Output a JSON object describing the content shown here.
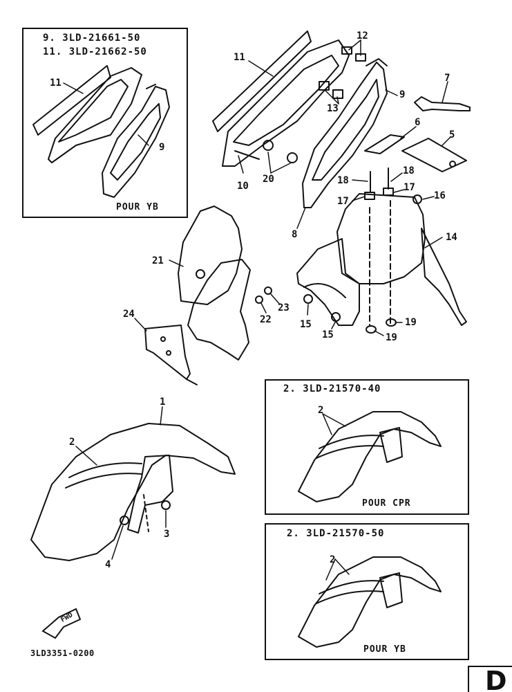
{
  "inset_top_left": {
    "lines": [
      "9.  3LD-21661-50",
      "11.  3LD-21662-50"
    ],
    "caption": "POUR YB",
    "labels": [
      "11",
      "9"
    ]
  },
  "inset_cpr": {
    "header": "2.  3LD-21570-40",
    "caption": "POUR CPR",
    "label": "2"
  },
  "inset_yb": {
    "header": "2.  3LD-21570-50",
    "caption": "POUR YB",
    "label": "2"
  },
  "main_labels": {
    "l1": "1",
    "l2": "2",
    "l3": "3",
    "l4": "4",
    "l5": "5",
    "l6": "6",
    "l7": "7",
    "l8": "8",
    "l9": "9",
    "l10": "10",
    "l11": "11",
    "l12": "12",
    "l13": "13",
    "l14": "14",
    "l15a": "15",
    "l15b": "15",
    "l16": "16",
    "l17a": "17",
    "l17b": "17",
    "l18a": "18",
    "l18b": "18",
    "l19a": "19",
    "l19b": "19",
    "l20": "20",
    "l21": "21",
    "l22": "22",
    "l23": "23",
    "l24": "24"
  },
  "fwd_badge": "FWD",
  "diagram_code": "3LD3351-0200",
  "page_letter": "D"
}
